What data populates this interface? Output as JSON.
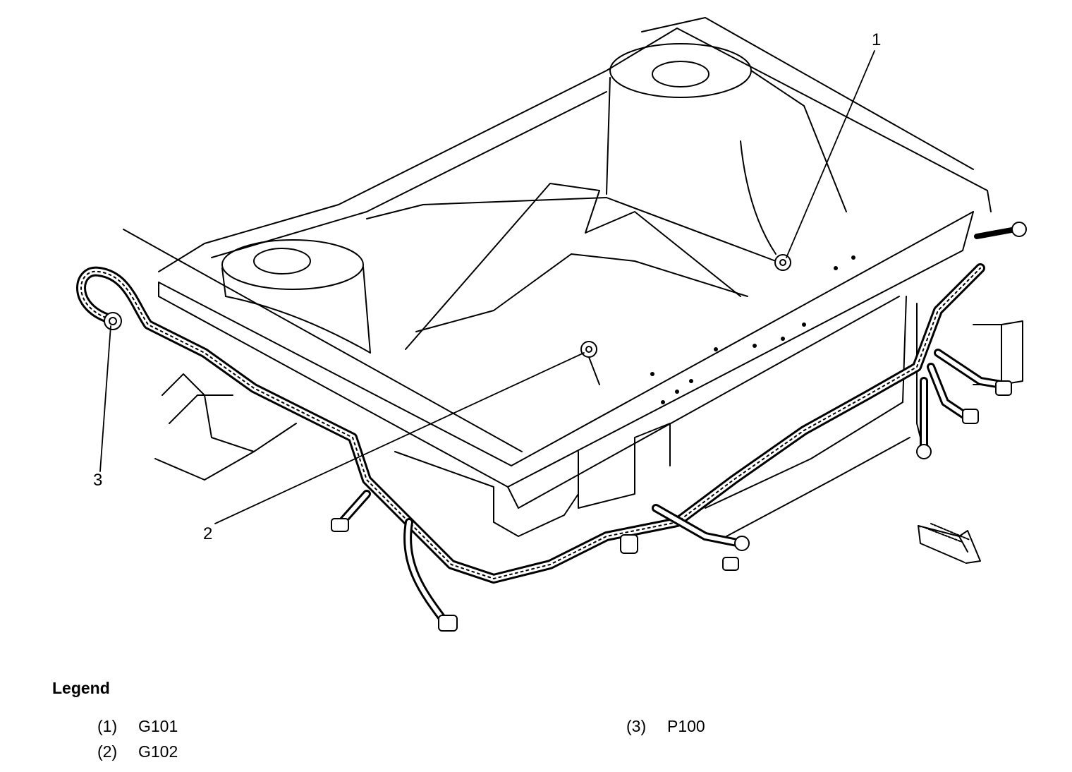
{
  "callouts": {
    "c1": "1",
    "c2": "2",
    "c3": "3"
  },
  "legend": {
    "title": "Legend",
    "items": [
      {
        "index": "(1)",
        "label": "G101"
      },
      {
        "index": "(2)",
        "label": "G102"
      },
      {
        "index": "(3)",
        "label": "P100"
      }
    ]
  },
  "colors": {
    "ink": "#000000",
    "background": "#ffffff"
  }
}
